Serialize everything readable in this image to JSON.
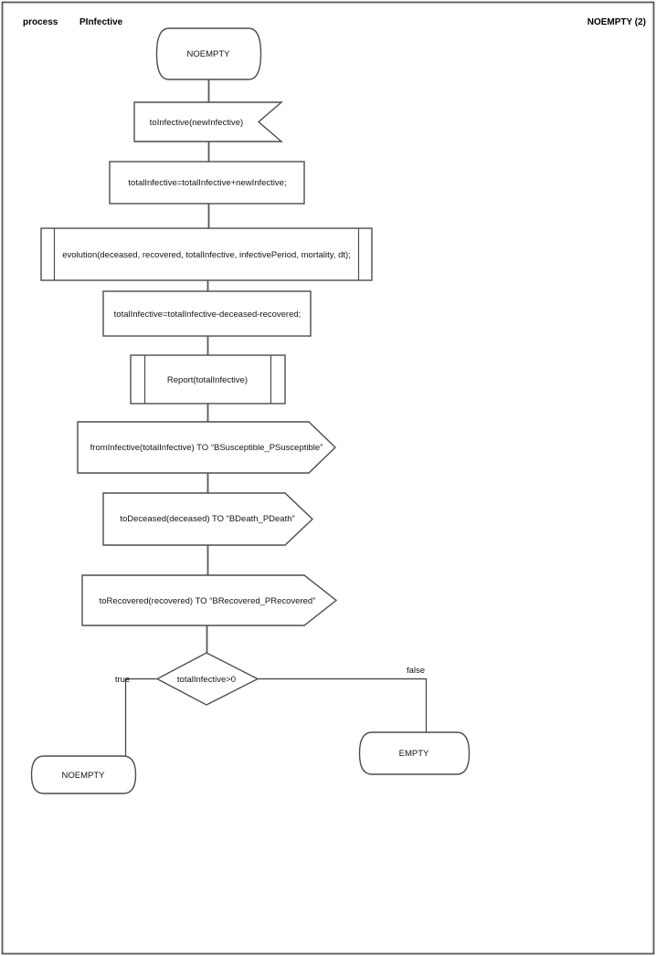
{
  "header": {
    "kind_label": "process",
    "process_name": "PInfective",
    "page_reference": "NOEMPTY (2)"
  },
  "flow": {
    "start_state": "NOEMPTY",
    "input_signal": "toInfective(newInfective)",
    "task_add": "totalInfective=totalInfective+newInfective;",
    "proc_evolution": "evolution(deceased, recovered, totalInfective, infectivePeriod, mortality, dt);",
    "task_subtract": "totalInfective=totalInfective-deceased-recovered;",
    "proc_report": "Report(totalInfective)",
    "output_susceptible": "fromInfective(totalInfective) TO “BSusceptible_PSusceptible”",
    "output_death": "toDeceased(deceased) TO “BDeath_PDeath”",
    "output_recovered": "toRecovered(recovered) TO “BRecovered_PRecovered”",
    "decision": "totalInfective>0",
    "branch_true": "true",
    "branch_false": "false",
    "next_state_true": "NOEMPTY",
    "next_state_false": "EMPTY"
  },
  "colors": {
    "background": "#ffffff",
    "shape_stroke": "#4d4d4d",
    "connector": "#595959",
    "text": "#141414",
    "page_border": "#595959"
  }
}
